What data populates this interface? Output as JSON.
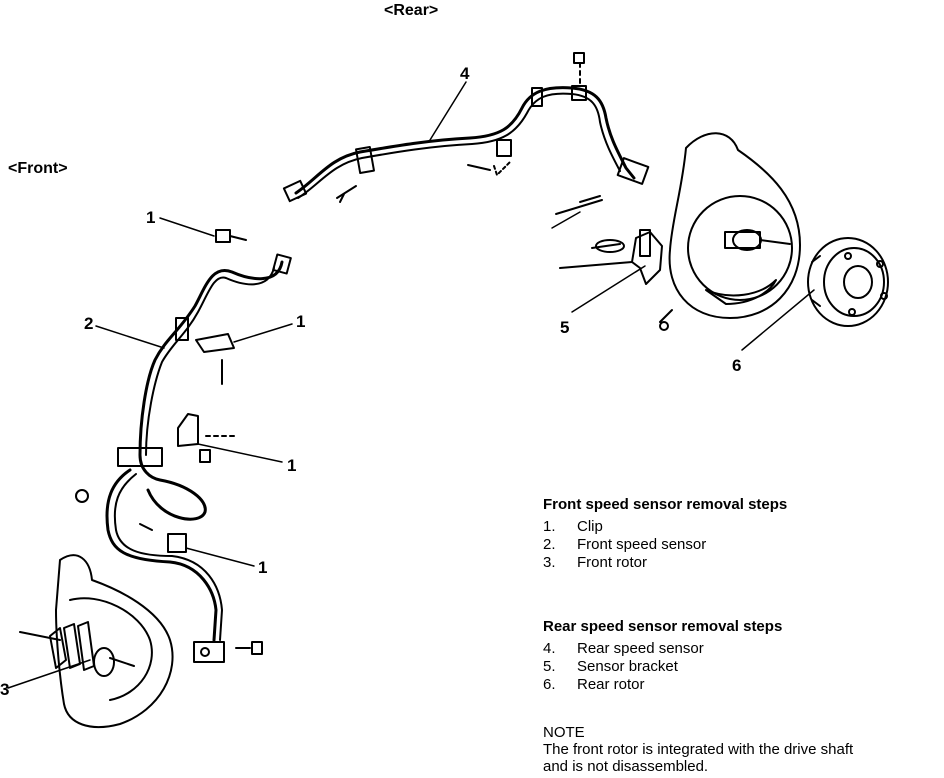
{
  "views": {
    "rear": "<Rear>",
    "front": "<Front>"
  },
  "callouts": [
    "1",
    "1",
    "1",
    "1",
    "2",
    "3",
    "4",
    "5",
    "6"
  ],
  "front_steps": {
    "title": "Front speed sensor removal steps",
    "items": [
      {
        "num": "1.",
        "text": "Clip"
      },
      {
        "num": "2.",
        "text": "Front speed sensor"
      },
      {
        "num": "3.",
        "text": "Front rotor"
      }
    ]
  },
  "rear_steps": {
    "title": "Rear speed sensor removal steps",
    "items": [
      {
        "num": "4.",
        "text": "Rear speed sensor"
      },
      {
        "num": "5.",
        "text": "Sensor bracket"
      },
      {
        "num": "6.",
        "text": "Rear rotor"
      }
    ]
  },
  "note": {
    "title": "NOTE",
    "line1": "The front rotor is integrated with the drive shaft",
    "line2": "and is not disassembled."
  }
}
